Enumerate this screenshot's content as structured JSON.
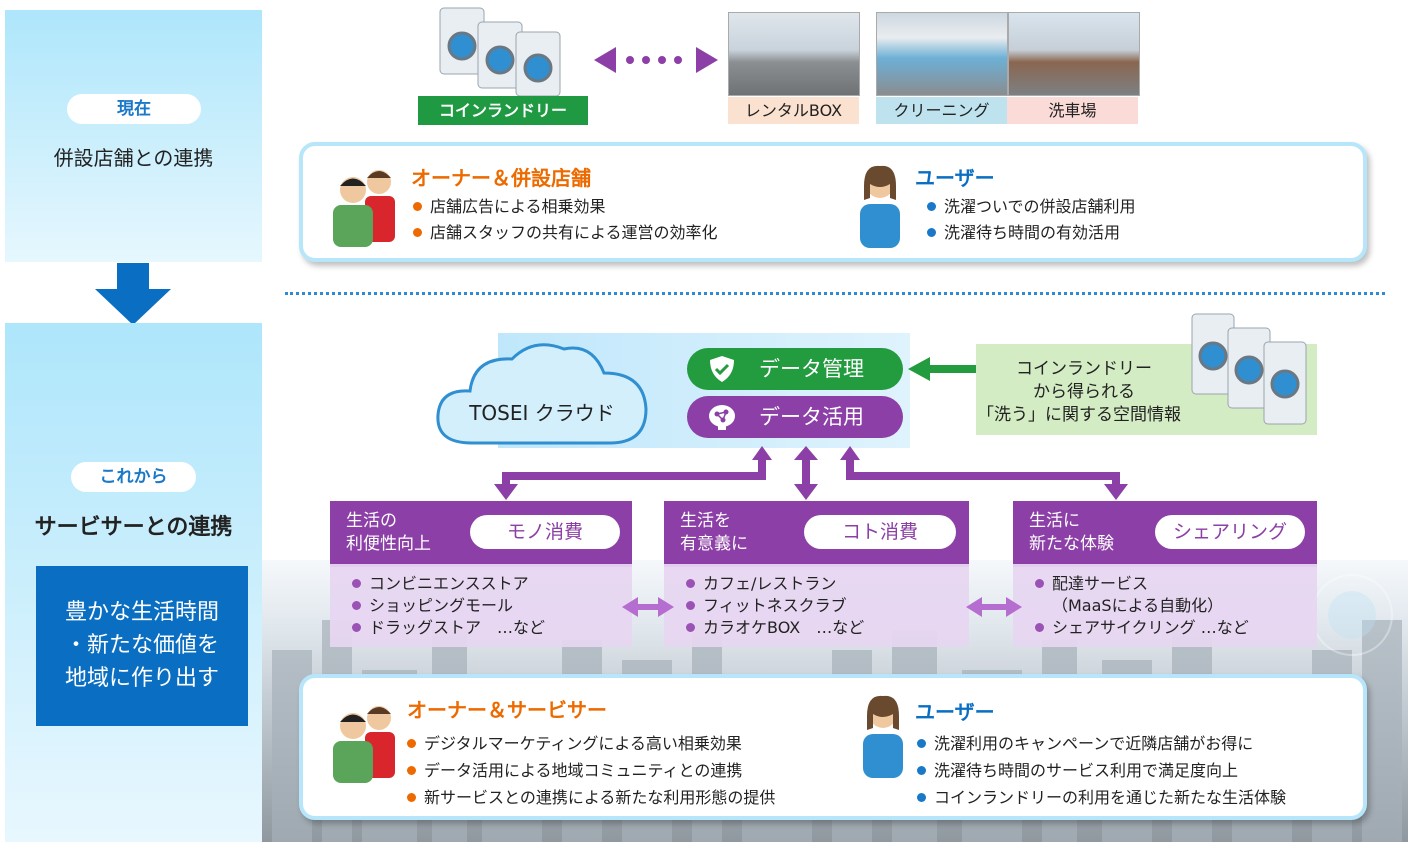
{
  "left": {
    "top_pill": "現在",
    "top_title": "併設店舗との連携",
    "bottom_pill": "これから",
    "bottom_title": "サービサーとの連携",
    "value_lines": [
      "豊かな生活時間",
      "・新たな価値を",
      "地域に作り出す"
    ]
  },
  "top": {
    "laundry_label": "コインランドリー",
    "stores": [
      "レンタルBOX",
      "クリーニング",
      "洗車場"
    ],
    "owner_title": "オーナー＆併設店舗",
    "owner_items": [
      "店舗広告による相乗効果",
      "店舗スタッフの共有による運営の効率化"
    ],
    "user_title": "ユーザー",
    "user_items": [
      "洗濯ついでの併設店舗利用",
      "洗濯待ち時間の有効活用"
    ]
  },
  "cloud": {
    "name": "TOSEI クラウド",
    "data_manage": "データ管理",
    "data_use": "データ活用",
    "info_lines": [
      "コインランドリー",
      "から得られる",
      "「洗う」に関する空間情報"
    ]
  },
  "columns": [
    {
      "label_lines": [
        "生活の",
        "利便性向上"
      ],
      "tag": "モノ消費",
      "items": [
        "コンビニエンスストア",
        "ショッピングモール",
        "ドラッグストア　…など"
      ]
    },
    {
      "label_lines": [
        "生活を",
        "有意義に"
      ],
      "tag": "コト消費",
      "items": [
        "カフェ/レストラン",
        "フィットネスクラブ",
        "カラオケBOX　…など"
      ]
    },
    {
      "label_lines": [
        "生活に",
        "新たな体験"
      ],
      "tag": "シェアリング",
      "items": [
        "配達サービス",
        "（MaaSによる自動化）",
        "シェアサイクリング …など"
      ]
    }
  ],
  "bottom": {
    "owner_title": "オーナー＆サービサー",
    "owner_items": [
      "デジタルマーケティングによる高い相乗効果",
      "データ活用による地域コミュニティとの連携",
      "新サービスとの連携による新たな利用形態の提供"
    ],
    "user_title": "ユーザー",
    "user_items": [
      "洗濯利用のキャンペーンで近隣店舗がお得に",
      "洗濯待ち時間のサービス利用で満足度向上",
      "コインランドリーの利用を通じた新たな生活体験"
    ]
  },
  "colors": {
    "accent_blue": "#0a6fc2",
    "green": "#239b3f",
    "purple": "#8c3fa6",
    "orange": "#ec6a00"
  }
}
